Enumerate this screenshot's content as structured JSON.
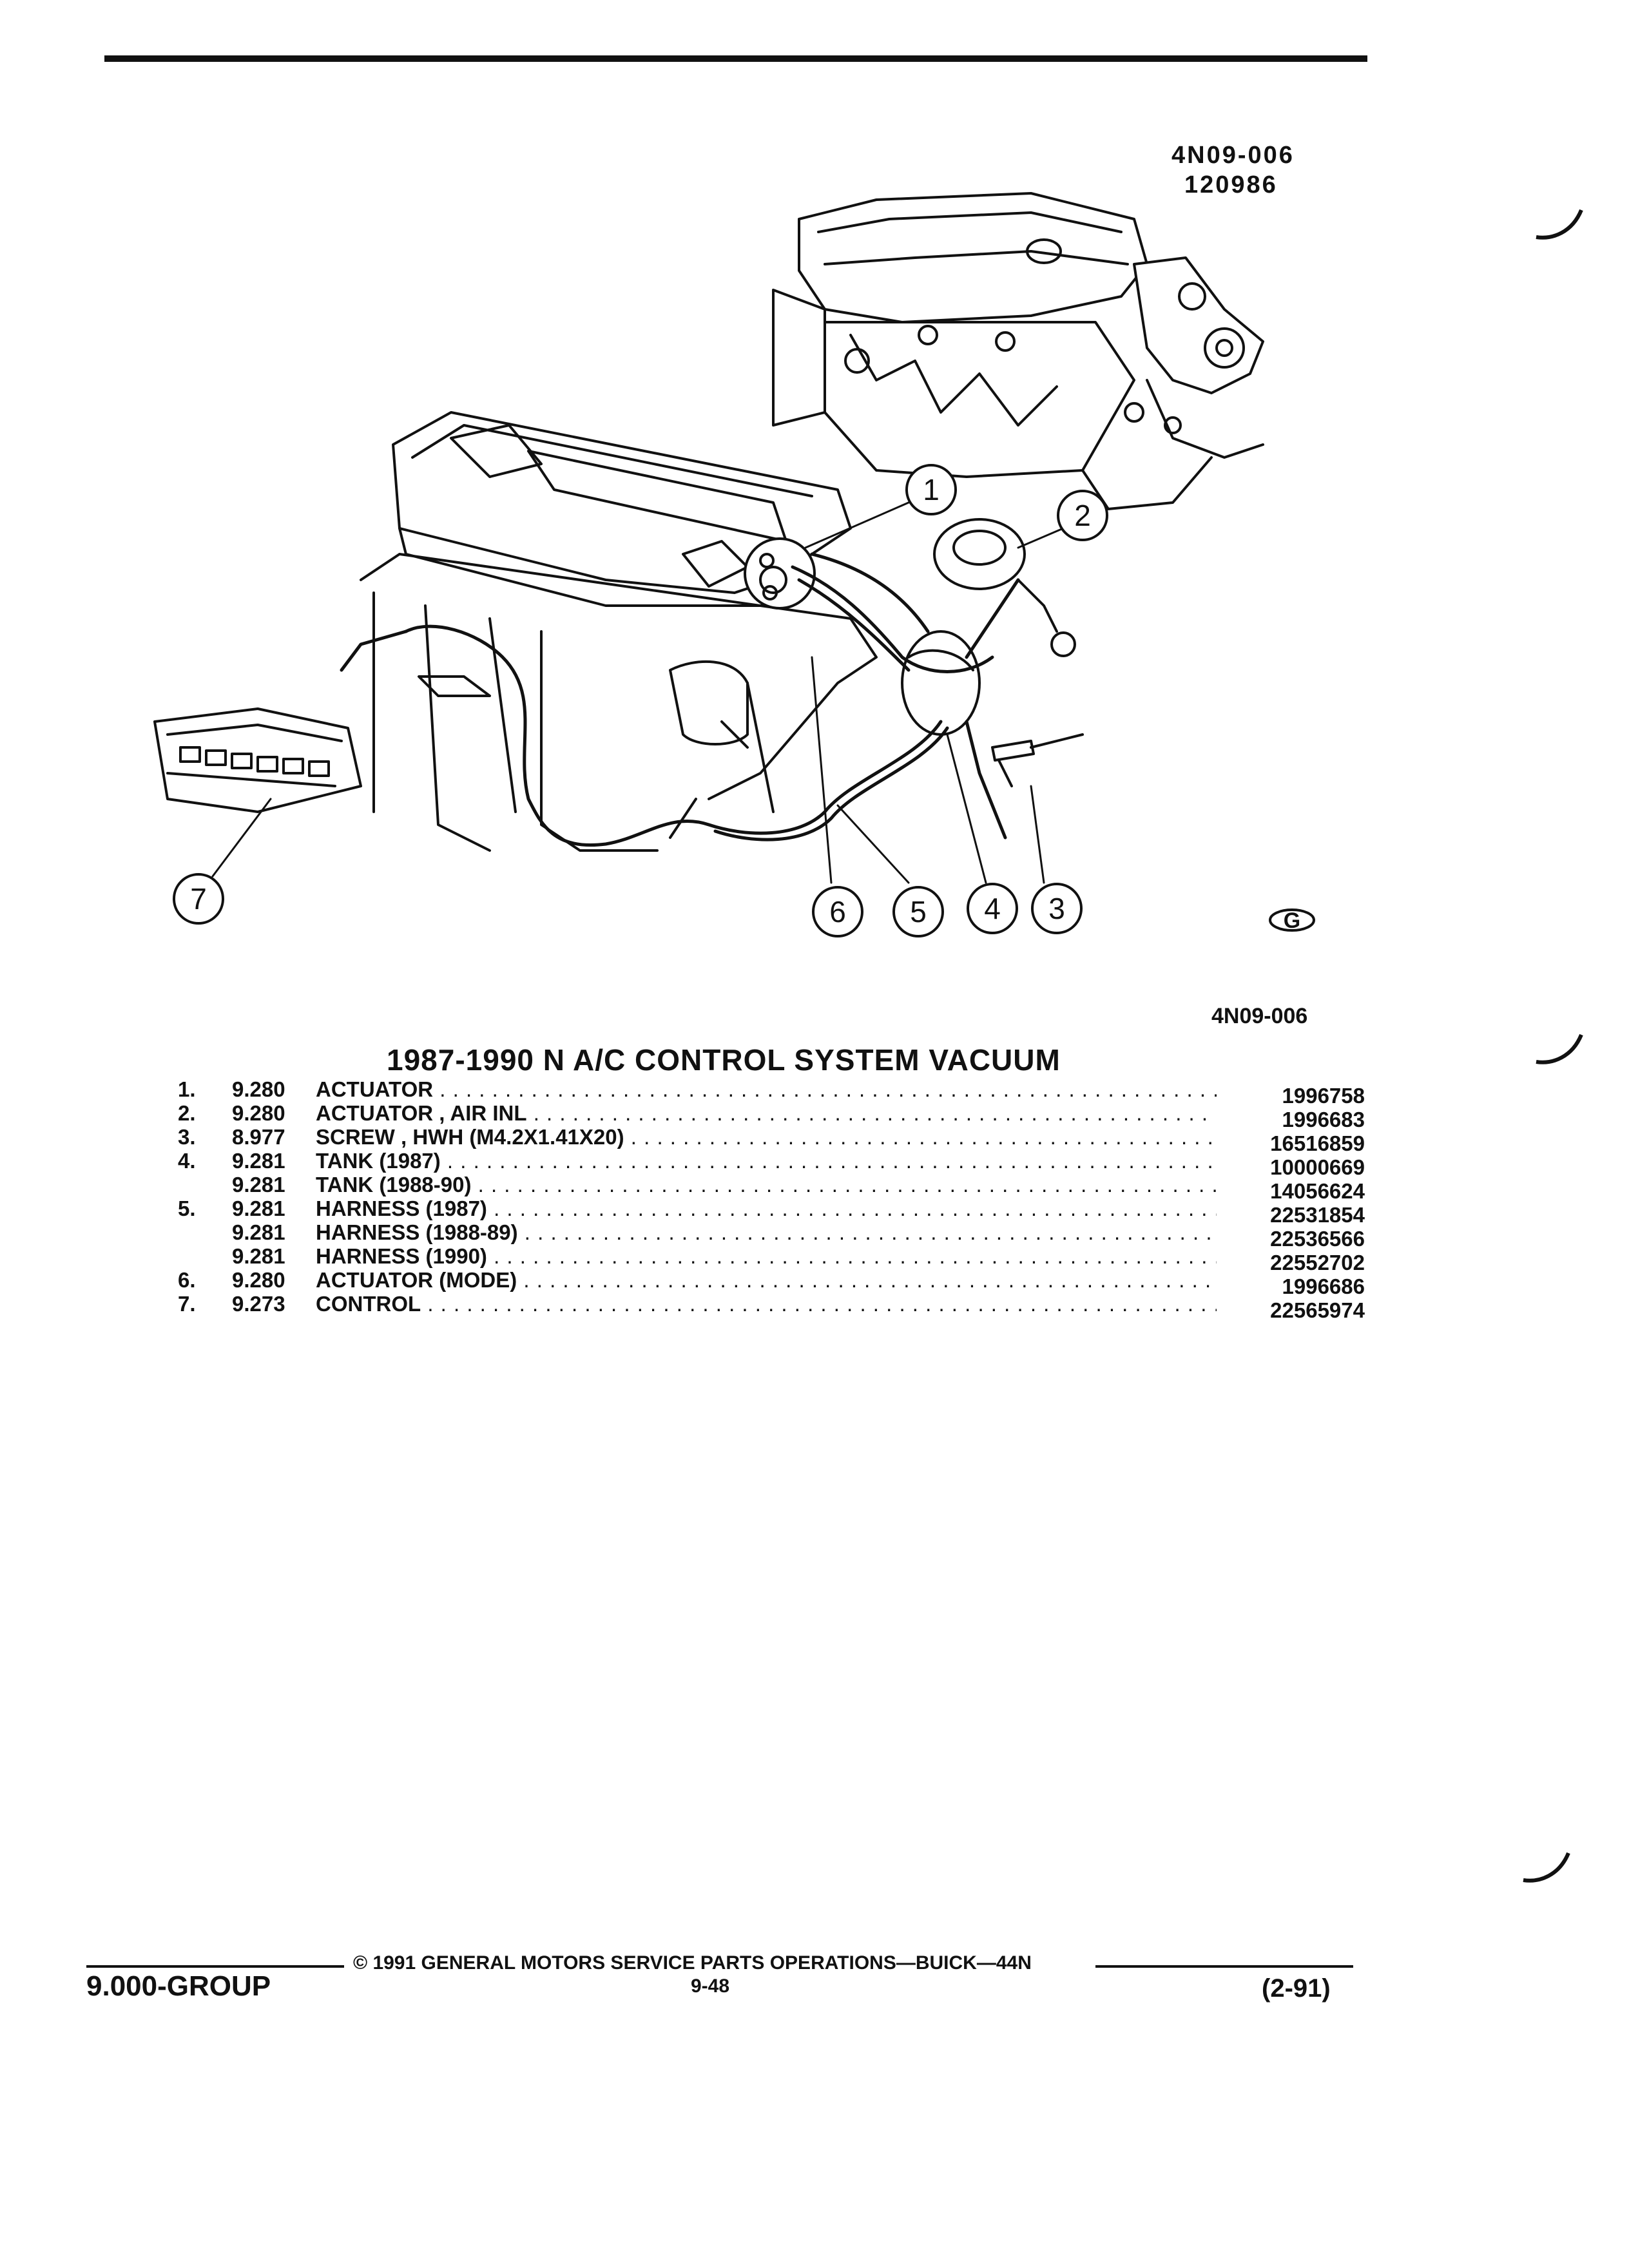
{
  "header": {
    "ref_code": "4N09-006",
    "ref_number": "120986"
  },
  "diagram": {
    "callouts": [
      "1",
      "2",
      "3",
      "4",
      "5",
      "6",
      "7"
    ],
    "logo_letter": "G",
    "figure_code": "4N09-006"
  },
  "title": "1987-1990 N A/C CONTROL SYSTEM VACUUM",
  "parts": [
    {
      "num": "1.",
      "group": "9.280",
      "description": "ACTUATOR",
      "part_number": "1996758"
    },
    {
      "num": "2.",
      "group": "9.280",
      "description": "ACTUATOR , AIR INL",
      "part_number": "1996683"
    },
    {
      "num": "3.",
      "group": "8.977",
      "description": "SCREW , HWH (M4.2X1.41X20)",
      "part_number": "16516859"
    },
    {
      "num": "4.",
      "group": "9.281",
      "description": "TANK (1987)",
      "part_number": "10000669"
    },
    {
      "num": "",
      "group": "9.281",
      "description": "TANK (1988-90)",
      "part_number": "14056624"
    },
    {
      "num": "5.",
      "group": "9.281",
      "description": "HARNESS (1987)",
      "part_number": "22531854"
    },
    {
      "num": "",
      "group": "9.281",
      "description": "HARNESS (1988-89)",
      "part_number": "22536566"
    },
    {
      "num": "",
      "group": "9.281",
      "description": "HARNESS (1990)",
      "part_number": "22552702"
    },
    {
      "num": "6.",
      "group": "9.280",
      "description": "ACTUATOR (MODE)",
      "part_number": "1996686"
    },
    {
      "num": "7.",
      "group": "9.273",
      "description": "CONTROL",
      "part_number": "22565974"
    }
  ],
  "footer": {
    "copyright": "© 1991 GENERAL MOTORS SERVICE PARTS OPERATIONS—BUICK—44N",
    "page": "9-48",
    "group": "9.000-GROUP",
    "date": "(2-91)"
  }
}
